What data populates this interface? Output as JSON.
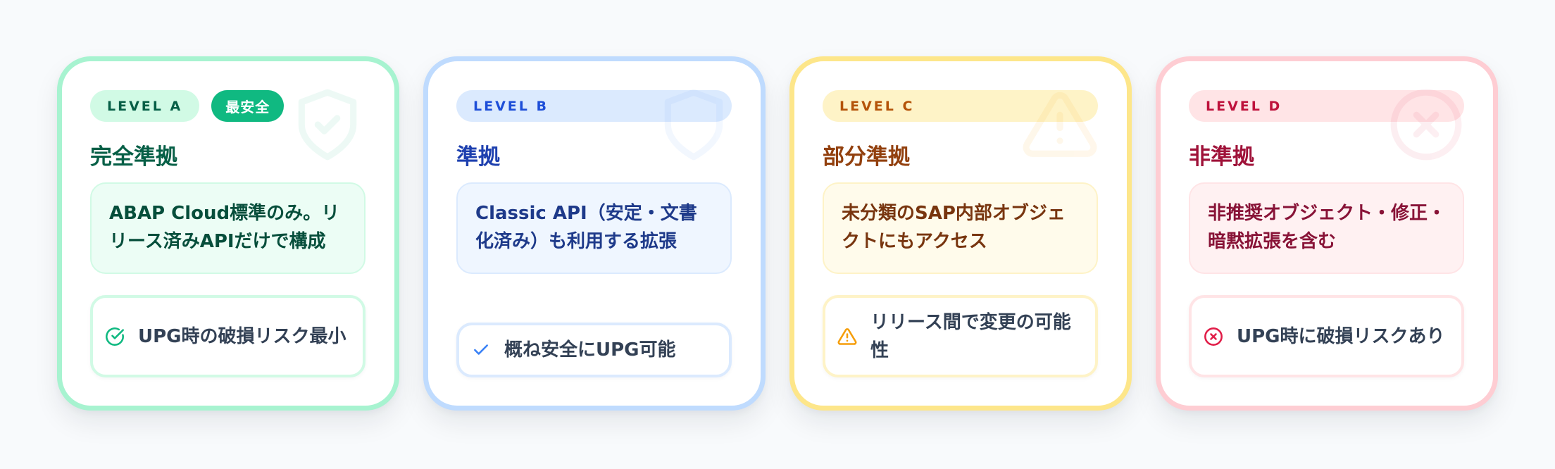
{
  "cards": [
    {
      "id": "a",
      "level_label": "LEVEL A",
      "extra_badge": "最安全",
      "title": "完全準拠",
      "description": "ABAP Cloud標準のみ。リリース済みAPIだけで構成",
      "feature_text": "UPG時の破損リスク最小",
      "feature_icon": "circle-check-icon",
      "watermark_icon": "shield-check-icon",
      "accent_color": "#10b981",
      "border_color": "#a7f3d0"
    },
    {
      "id": "b",
      "level_label": "LEVEL B",
      "title": "準拠",
      "description": "Classic API（安定・文書化済み）も利用する拡張",
      "feature_text": "概ね安全にUPG可能",
      "feature_icon": "check-icon",
      "watermark_icon": "shield-icon",
      "accent_color": "#3b82f6",
      "border_color": "#bfdbfe"
    },
    {
      "id": "c",
      "level_label": "LEVEL C",
      "title": "部分準拠",
      "description": "未分類のSAP内部オブジェクトにもアクセス",
      "feature_text": "リリース間で変更の可能性",
      "feature_icon": "warning-triangle-icon",
      "watermark_icon": "warning-triangle-icon",
      "accent_color": "#f59e0b",
      "border_color": "#fde68a"
    },
    {
      "id": "d",
      "level_label": "LEVEL D",
      "title": "非準拠",
      "description": "非推奨オブジェクト・修正・暗黙拡張を含む",
      "feature_text": "UPG時に破損リスクあり",
      "feature_icon": "circle-x-icon",
      "watermark_icon": "circle-x-icon",
      "accent_color": "#e11d48",
      "border_color": "#fecdd3"
    }
  ]
}
